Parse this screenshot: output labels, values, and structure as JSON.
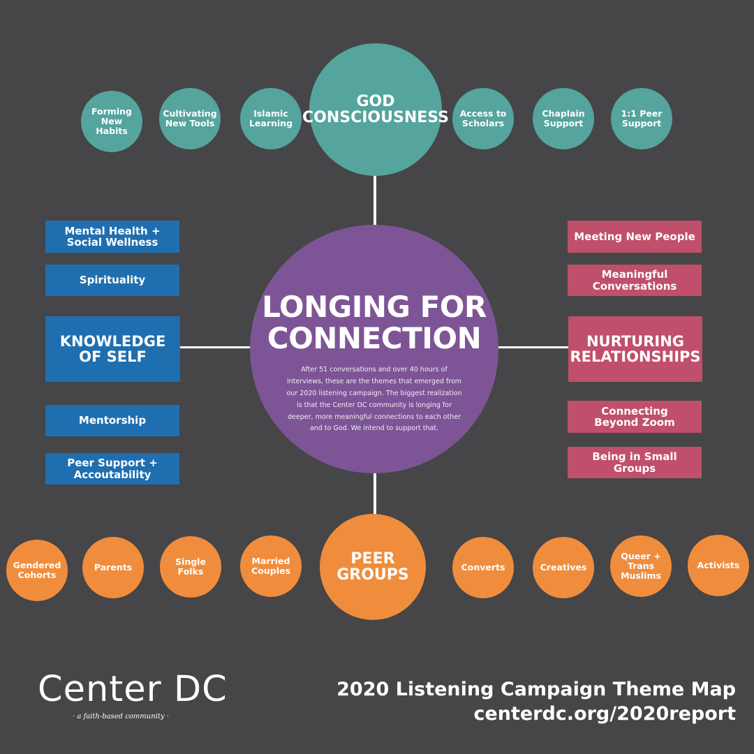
{
  "center": {
    "title": "LONGING FOR\nCONNECTION",
    "body": "After 51 conversations and over 40 hours of interviews, these are the themes that emerged from our 2020 listening campaign. The biggest realization is that the Center DC community is longing for deeper, more meaningful connections to each other and to God. We intend to support that."
  },
  "top": {
    "hub": "GOD\nCONSCIOUSNESS",
    "left": [
      "Forming\nNew\nHabits",
      "Cultivating\nNew Tools",
      "Islamic\nLearning"
    ],
    "right": [
      "Access to\nScholars",
      "Chaplain\nSupport",
      "1:1 Peer\nSupport"
    ]
  },
  "left": {
    "hub": "KNOWLEDGE\nOF SELF",
    "items": [
      "Mental Health +\nSocial Wellness",
      "Spirituality",
      "Mentorship",
      "Peer Support +\nAccoutability"
    ]
  },
  "right": {
    "hub": "NURTURING\nRELATIONSHIPS",
    "items": [
      "Meeting New People",
      "Meaningful\nConversations",
      "Connecting\nBeyond Zoom",
      "Being in Small\nGroups"
    ]
  },
  "bottom": {
    "hub": "PEER\nGROUPS",
    "left": [
      "Gendered\nCohorts",
      "Parents",
      "Single\nFolks",
      "Married\nCouples"
    ],
    "right": [
      "Converts",
      "Creatives",
      "Queer +\nTrans\nMuslims",
      "Activists"
    ]
  },
  "brand": {
    "name": "Center DC",
    "tagline": "· a faith-based community ·"
  },
  "footer": {
    "title": "2020 Listening Campaign Theme Map",
    "url": "centerdc.org/2020report"
  },
  "colors": {
    "background": "#464547",
    "center": "#7d5596",
    "teal": "#55a49e",
    "blue": "#1f6fb0",
    "pink": "#c04f6b",
    "orange": "#f08d3d"
  }
}
